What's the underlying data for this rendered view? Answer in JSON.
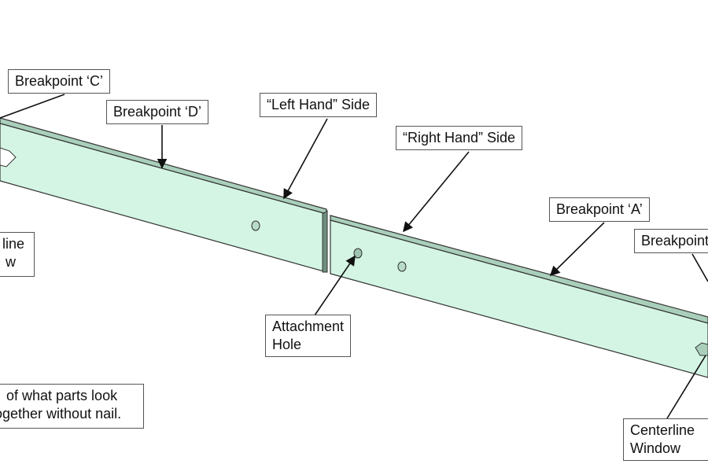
{
  "labels": {
    "breakpoint_c": "Breakpoint ‘C’",
    "breakpoint_d": "Breakpoint ‘D’",
    "left_hand_side": "“Left Hand” Side",
    "right_hand_side": "“Right Hand” Side",
    "breakpoint_a": "Breakpoint ‘A’",
    "breakpoint_b_partial": "Breakpoint",
    "centerline_left_line1": "line",
    "centerline_left_line2": "w",
    "attachment_hole_line1": "Attachment",
    "attachment_hole_line2": "Hole",
    "centerline_right_line1": "Centerline",
    "centerline_right_line2": "Window",
    "note_line1": "of what parts look",
    "note_line2": "together without nail."
  },
  "colors": {
    "beam_face": "#d4f5e4",
    "beam_edge": "#a9cfba",
    "outline": "#333333"
  }
}
